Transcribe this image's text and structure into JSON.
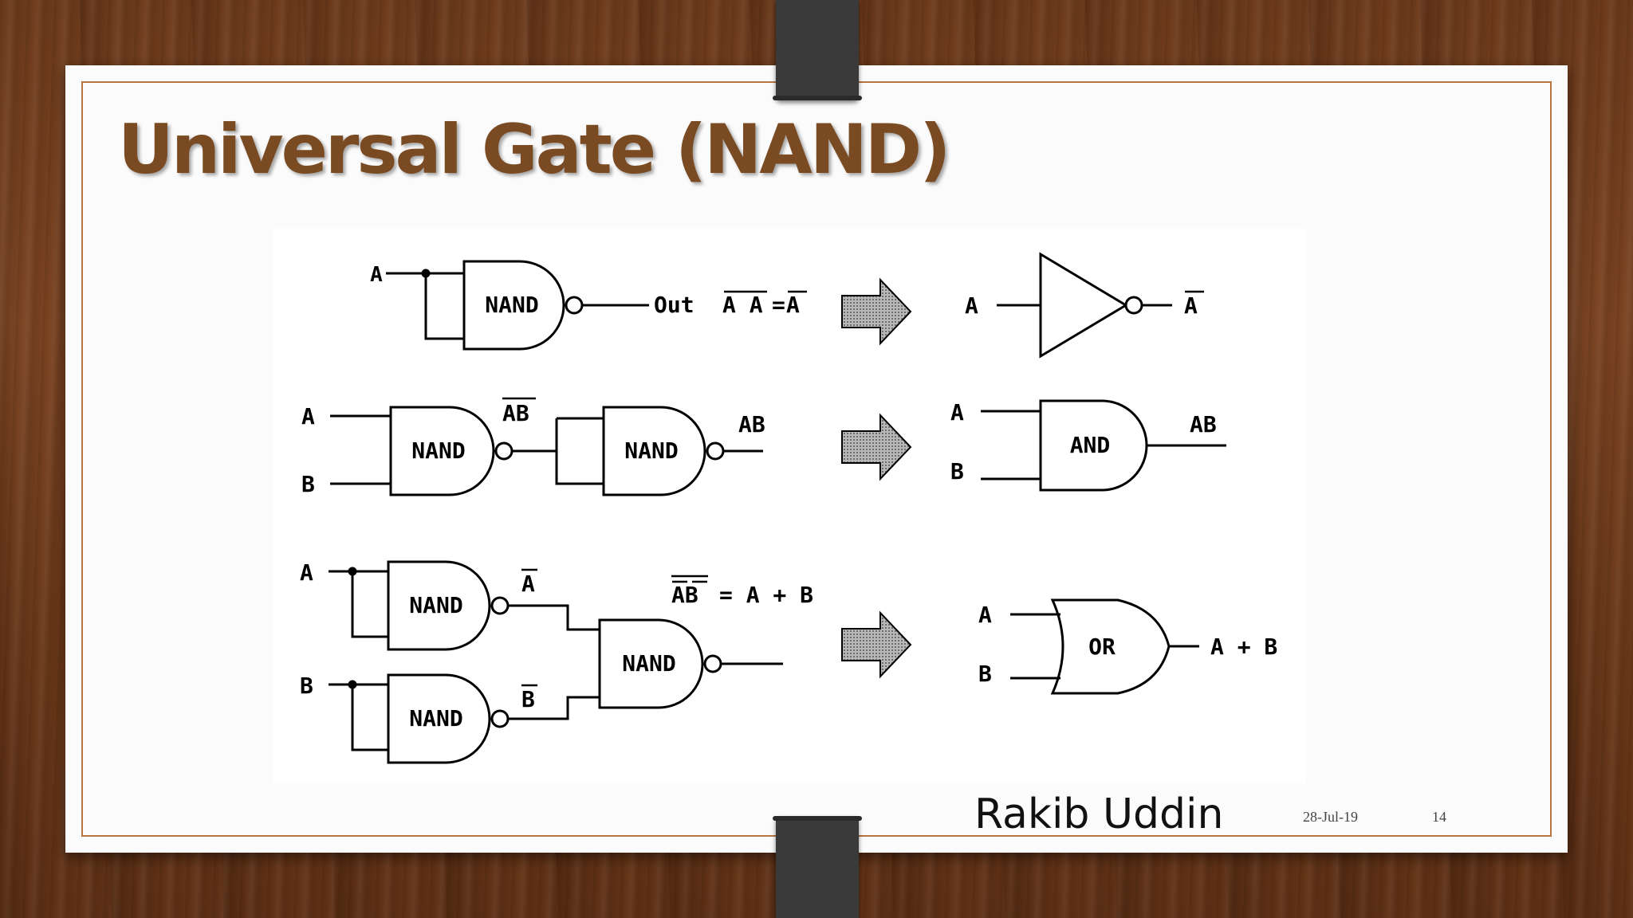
{
  "slide": {
    "title": "Universal Gate (NAND)",
    "author": "Rakib Uddin",
    "date": "28-Jul-19",
    "page_number": "14"
  },
  "diagram": {
    "gate_labels": {
      "nand": "NAND",
      "and": "AND",
      "or": "OR"
    },
    "not_row": {
      "input": "A",
      "output": "Out",
      "equation_left": "A A",
      "equation_eq": "=",
      "equation_right": "A",
      "equiv_input": "A",
      "equiv_output": "A"
    },
    "and_row": {
      "input_a": "A",
      "input_b": "B",
      "intermediate": "AB",
      "output": "AB",
      "equiv_input_a": "A",
      "equiv_input_b": "B",
      "equiv_output": "AB"
    },
    "or_row": {
      "input_a": "A",
      "input_b": "B",
      "inv_a": "A",
      "inv_b": "B",
      "equation_left": "AB",
      "equation_right": "= A + B",
      "equiv_input_a": "A",
      "equiv_input_b": "B",
      "equiv_output": "A + B"
    }
  },
  "colors": {
    "title": "#7a4b22",
    "frame": "#b8743e",
    "clip": "#3a3a3a"
  }
}
